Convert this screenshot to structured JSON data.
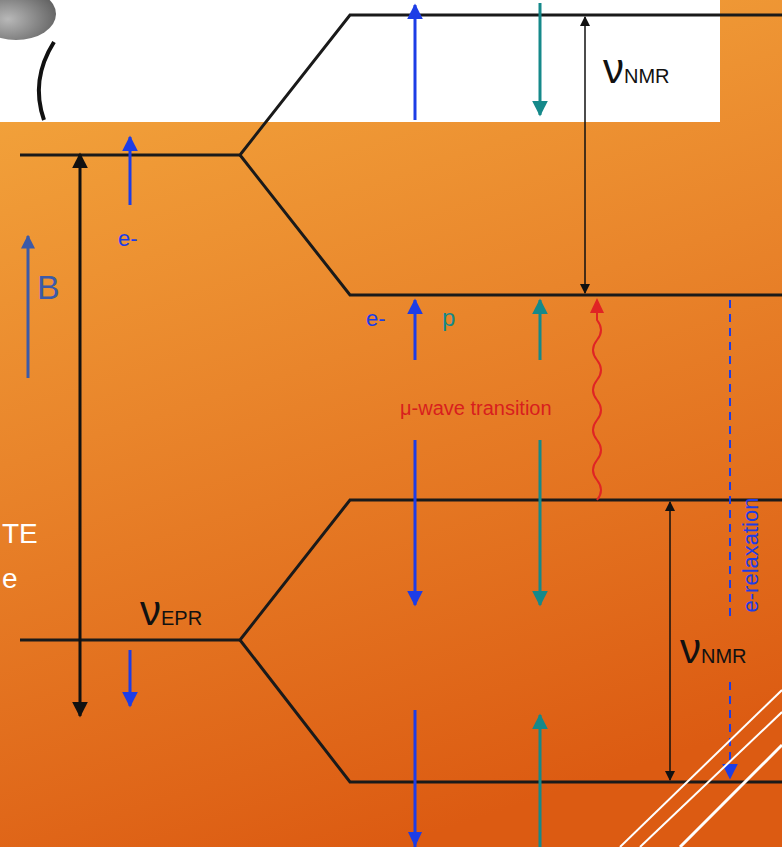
{
  "diagram": {
    "labels": [
      "νNMR",
      "e-",
      "B",
      "e-",
      "p",
      "μ-wave transition",
      "TE",
      "e",
      "νEPR",
      "νNMR",
      "e-relaxation"
    ]
  }
}
